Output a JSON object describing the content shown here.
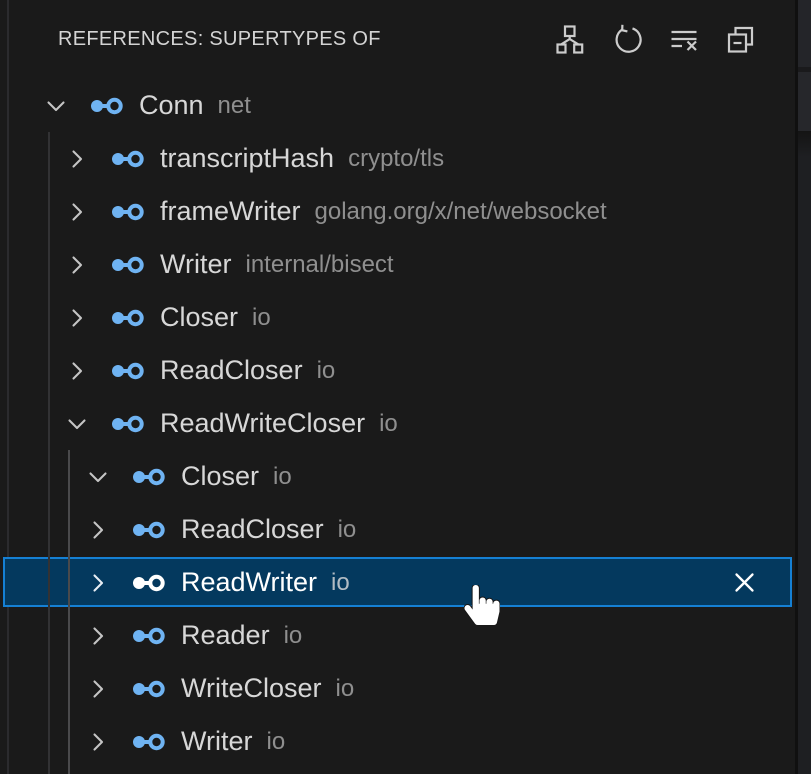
{
  "panel": {
    "title": "REFERENCES: SUPERTYPES OF",
    "toolbar": {
      "icons": [
        "type-hierarchy-icon",
        "refresh-icon",
        "clear-all-icon",
        "collapse-all-icon"
      ]
    }
  },
  "tree": {
    "items": [
      {
        "name": "Conn",
        "package": "net",
        "depth": 0,
        "expanded": true,
        "selected": false
      },
      {
        "name": "transcriptHash",
        "package": "crypto/tls",
        "depth": 1,
        "expanded": false,
        "selected": false
      },
      {
        "name": "frameWriter",
        "package": "golang.org/x/net/websocket",
        "depth": 1,
        "expanded": false,
        "selected": false
      },
      {
        "name": "Writer",
        "package": "internal/bisect",
        "depth": 1,
        "expanded": false,
        "selected": false
      },
      {
        "name": "Closer",
        "package": "io",
        "depth": 1,
        "expanded": false,
        "selected": false
      },
      {
        "name": "ReadCloser",
        "package": "io",
        "depth": 1,
        "expanded": false,
        "selected": false
      },
      {
        "name": "ReadWriteCloser",
        "package": "io",
        "depth": 1,
        "expanded": true,
        "selected": false
      },
      {
        "name": "Closer",
        "package": "io",
        "depth": 2,
        "expanded": true,
        "selected": false
      },
      {
        "name": "ReadCloser",
        "package": "io",
        "depth": 2,
        "expanded": false,
        "selected": false
      },
      {
        "name": "ReadWriter",
        "package": "io",
        "depth": 2,
        "expanded": false,
        "selected": true,
        "close_button": true
      },
      {
        "name": "Reader",
        "package": "io",
        "depth": 2,
        "expanded": false,
        "selected": false
      },
      {
        "name": "WriteCloser",
        "package": "io",
        "depth": 2,
        "expanded": false,
        "selected": false
      },
      {
        "name": "Writer",
        "package": "io",
        "depth": 2,
        "expanded": false,
        "selected": false
      }
    ]
  },
  "colors": {
    "background": "#1a1a1a",
    "selection_background": "#04395e",
    "selection_border": "#1580d4",
    "symbol_icon": "#6fb3f2",
    "label_color": "#d7d7d7",
    "package_color": "#8f8f8f",
    "title_color": "#d4d4d4"
  }
}
